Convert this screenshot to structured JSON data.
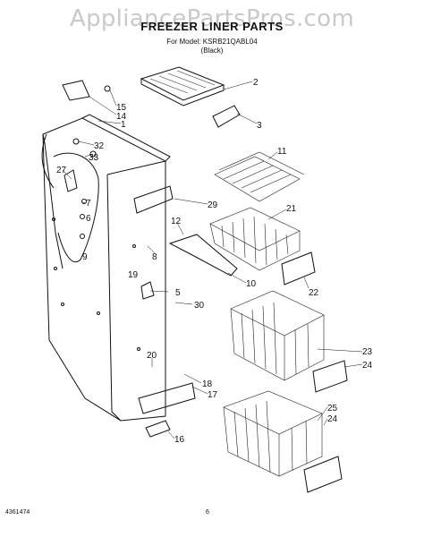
{
  "watermark": "AppliancePartsPros.com",
  "title": "FREEZER LINER PARTS",
  "model": "For Model: KSRB21QABL04",
  "variant": "(Black)",
  "doc_number": "4361474",
  "page_number": "6",
  "callouts": [
    "2",
    "3",
    "15",
    "14",
    "1",
    "32",
    "33",
    "27",
    "7",
    "6",
    "9",
    "11",
    "21",
    "29",
    "12",
    "8",
    "10",
    "22",
    "19",
    "5",
    "30",
    "23",
    "24",
    "20",
    "18",
    "17",
    "25",
    "24",
    "16"
  ]
}
